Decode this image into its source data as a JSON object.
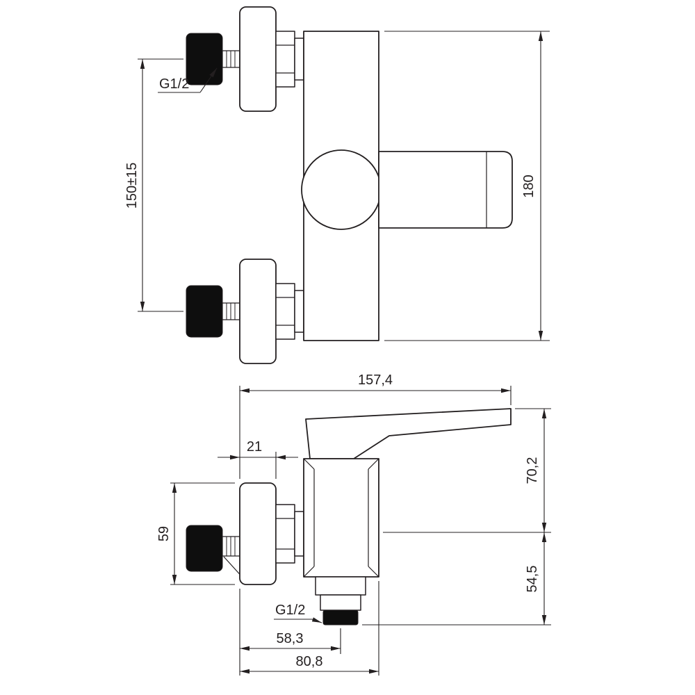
{
  "drawing": {
    "background": "#ffffff",
    "line_color": "#231f20",
    "solid_fill": "#0e0e0e",
    "front_view": {
      "thread_label": "G1/2",
      "hole_distance": "150±15",
      "overall_height": "180"
    },
    "side_view": {
      "overall_depth": "157,4",
      "escutcheon_depth": "21",
      "escutcheon_diameter": "59",
      "height_above_axis": "70,2",
      "height_below_axis": "54,5",
      "outlet_thread_label": "G1/2",
      "spout_center_depth": "58,3",
      "body_front_depth": "80,8"
    }
  }
}
